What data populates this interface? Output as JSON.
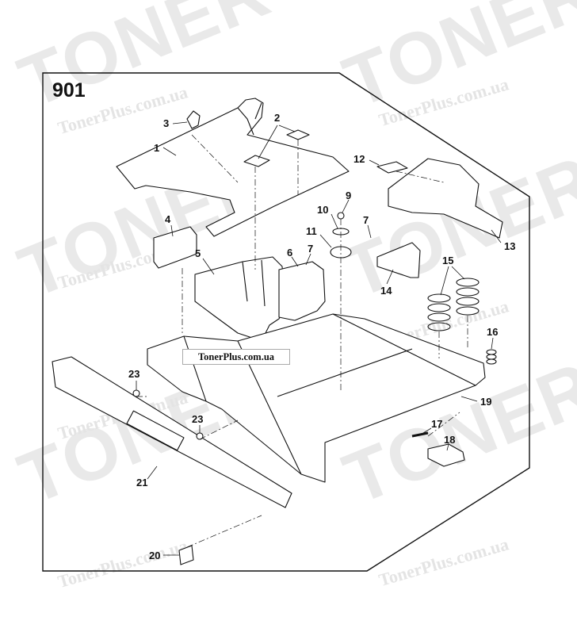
{
  "diagram": {
    "id": "901",
    "watermark_text": "TONER",
    "watermark_url": "TonerPlus.com.ua",
    "banner_text": "TonerPlus.com.ua"
  },
  "callouts": [
    "1",
    "2",
    "3",
    "4",
    "5",
    "6",
    "7",
    "7",
    "9",
    "10",
    "11",
    "12",
    "13",
    "14",
    "15",
    "16",
    "17",
    "18",
    "19",
    "20",
    "21",
    "23",
    "23"
  ]
}
